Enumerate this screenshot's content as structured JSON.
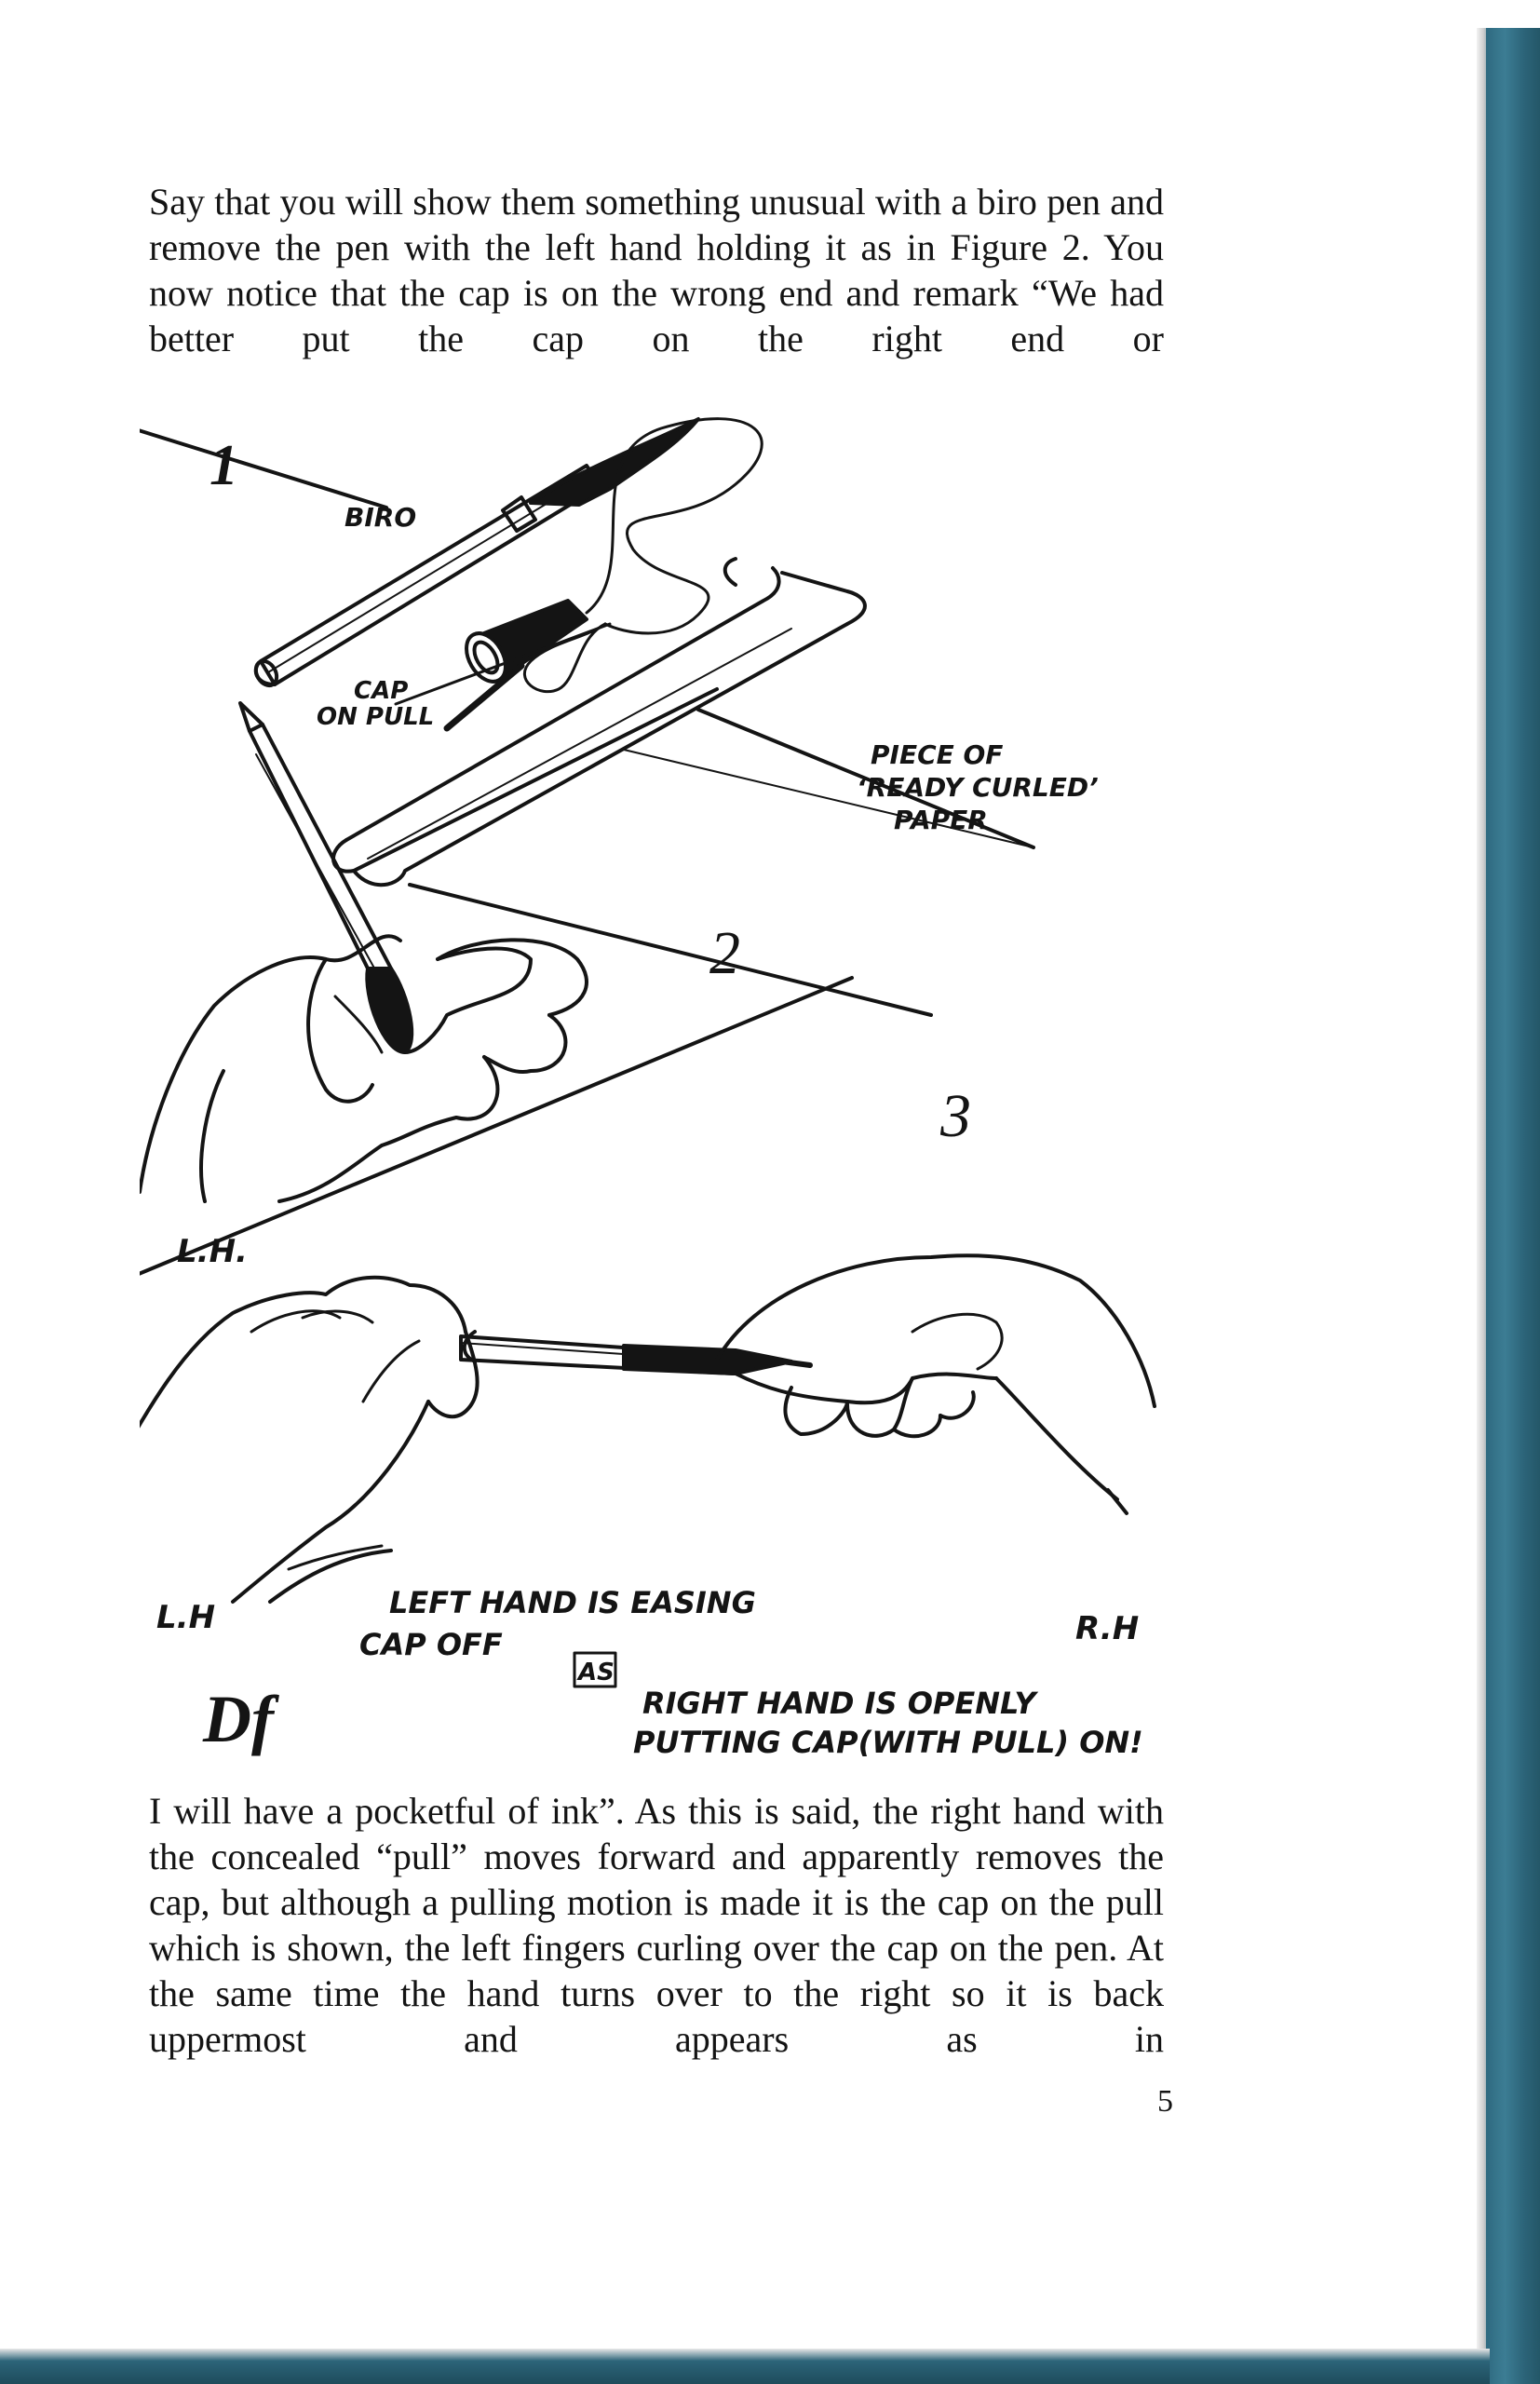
{
  "body": {
    "paragraph_top": "Say that you will show them something unusual with a biro pen and remove the pen with the left hand holding it as in Figure 2. You now notice that the cap is on the wrong end and remark “We had better put the cap on the right end or",
    "paragraph_bottom": "I will have a pocketful of ink”. As this is said, the right hand with the concealed “pull” moves forward and apparently removes the cap, but although a pulling motion is made it is the cap on the pull which is shown, the left fingers curling over the cap on the pen. At the same time the hand turns over to the right so it is back uppermost and appears as in",
    "page_number": "5"
  },
  "illustration": {
    "figure_1": {
      "number": "1",
      "label_biro": "BIRO",
      "label_cap_line1": "CAP",
      "label_cap_line2": "ON PULL",
      "label_paper_line1": "PIECE OF",
      "label_paper_line2": "‘READY CURLED’",
      "label_paper_line3": "PAPER"
    },
    "figure_2": {
      "number": "2",
      "label_hand": "L.H."
    },
    "figure_3": {
      "number": "3",
      "label_left_hand": "L.H",
      "label_right_hand": "R.H",
      "caption_line1": "LEFT HAND IS EASING",
      "caption_line2": "CAP OFF",
      "caption_as": "AS",
      "caption_line3": "RIGHT HAND IS OPENLY",
      "caption_line4": "PUTTING CAP(WITH PULL) ON!"
    },
    "signature": "Df"
  },
  "colors": {
    "ink": "#141414",
    "paper": "#ffffff",
    "cover": "#2f6a80"
  }
}
